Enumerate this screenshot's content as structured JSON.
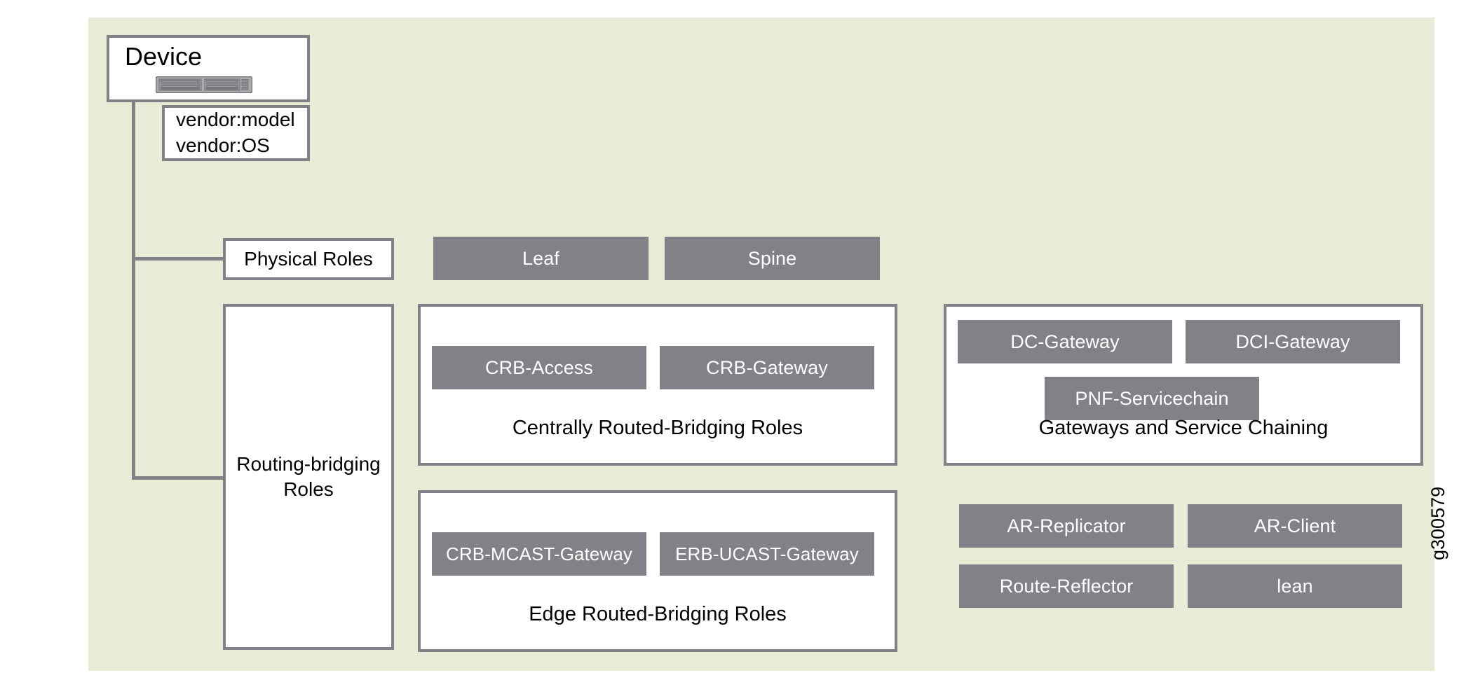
{
  "diagram": {
    "watermark": "g300579",
    "colors": {
      "panel_background": "#e6ecd5",
      "box_border": "#808288",
      "chip_fill": "#808288",
      "chip_text": "#ffffff",
      "box_fill": "#ffffff",
      "text": "#000000"
    },
    "root": {
      "title": "Device",
      "icon": "server-icon",
      "attributes": {
        "model": "vendor:model",
        "os": "vendor:OS"
      }
    },
    "branches": [
      {
        "label": "Physical Roles"
      },
      {
        "label": "Routing-bridging Roles"
      }
    ],
    "physical_roles": {
      "chips": [
        {
          "label": "Leaf"
        },
        {
          "label": "Spine"
        }
      ]
    },
    "crb_group": {
      "caption": "Centrally Routed-Bridging Roles",
      "chips": [
        {
          "label": "CRB-Access"
        },
        {
          "label": "CRB-Gateway"
        }
      ]
    },
    "erb_group": {
      "caption": "Edge Routed-Bridging Roles",
      "chips": [
        {
          "label": "CRB-MCAST-Gateway"
        },
        {
          "label": "ERB-UCAST-Gateway"
        }
      ]
    },
    "gateway_group": {
      "caption": "Gateways and Service Chaining",
      "chips": [
        {
          "label": "DC-Gateway"
        },
        {
          "label": "DCI-Gateway"
        },
        {
          "label": "PNF-Servicechain"
        }
      ]
    },
    "misc_roles": {
      "chips": [
        {
          "label": "AR-Replicator"
        },
        {
          "label": "AR-Client"
        },
        {
          "label": "Route-Reflector"
        },
        {
          "label": "lean"
        }
      ]
    }
  }
}
